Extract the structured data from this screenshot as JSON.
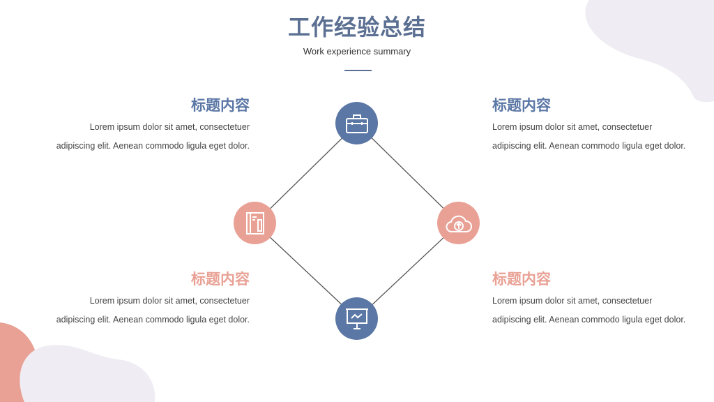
{
  "header": {
    "title": "工作经验总结",
    "subtitle": "Work experience summary"
  },
  "colors": {
    "blue": "#5b77a5",
    "pink": "#e9a195",
    "title": "#5b6f92",
    "blob": "#efedf3"
  },
  "items": [
    {
      "title": "标题内容",
      "line1": "Lorem ipsum dolor sit amet, consectetuer",
      "line2": "adipiscing elit. Aenean commodo ligula eget dolor.",
      "icon": "briefcase-icon"
    },
    {
      "title": "标题内容",
      "line1": "Lorem ipsum dolor sit amet, consectetuer",
      "line2": "adipiscing elit. Aenean commodo ligula eget dolor.",
      "icon": "cloud-upload-icon"
    },
    {
      "title": "标题内容",
      "line1": "Lorem ipsum dolor sit amet, consectetuer",
      "line2": "adipiscing elit. Aenean commodo ligula eget dolor.",
      "icon": "notebook-icon"
    },
    {
      "title": "标题内容",
      "line1": "Lorem ipsum dolor sit amet, consectetuer",
      "line2": "adipiscing elit. Aenean commodo ligula eget dolor.",
      "icon": "presentation-chart-icon"
    }
  ]
}
